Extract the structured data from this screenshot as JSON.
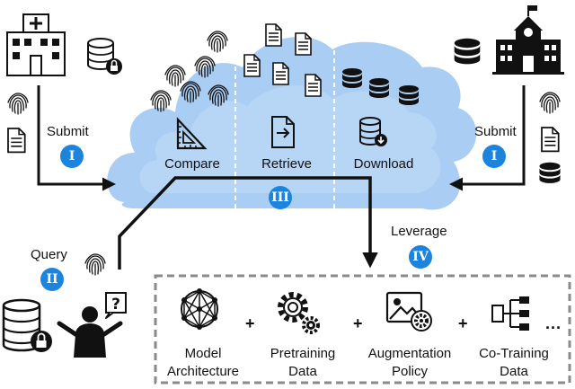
{
  "cloud": {
    "compare_label": "Compare",
    "retrieve_label": "Retrieve",
    "download_label": "Download"
  },
  "flows": {
    "submit_left": "Submit",
    "submit_right": "Submit",
    "query": "Query",
    "leverage": "Leverage"
  },
  "badges": {
    "submit_left": "I",
    "submit_right": "I",
    "query": "II",
    "cloud": "III",
    "leverage": "IV"
  },
  "components": {
    "model_architecture": [
      "Model",
      "Architecture"
    ],
    "pretraining_data": [
      "Pretraining",
      "Data"
    ],
    "augmentation_policy": [
      "Augmentation",
      "Policy"
    ],
    "co_training_data": [
      "Co-Training",
      "Data"
    ],
    "ellipsis": "···",
    "plus": "+"
  },
  "colors": {
    "cloud_fill": "#a9cdf3",
    "cloud_inner": "#c3dcf6",
    "badge": "#1d84dd",
    "ink": "#111111",
    "dashed_box": "#8a8a8a"
  }
}
